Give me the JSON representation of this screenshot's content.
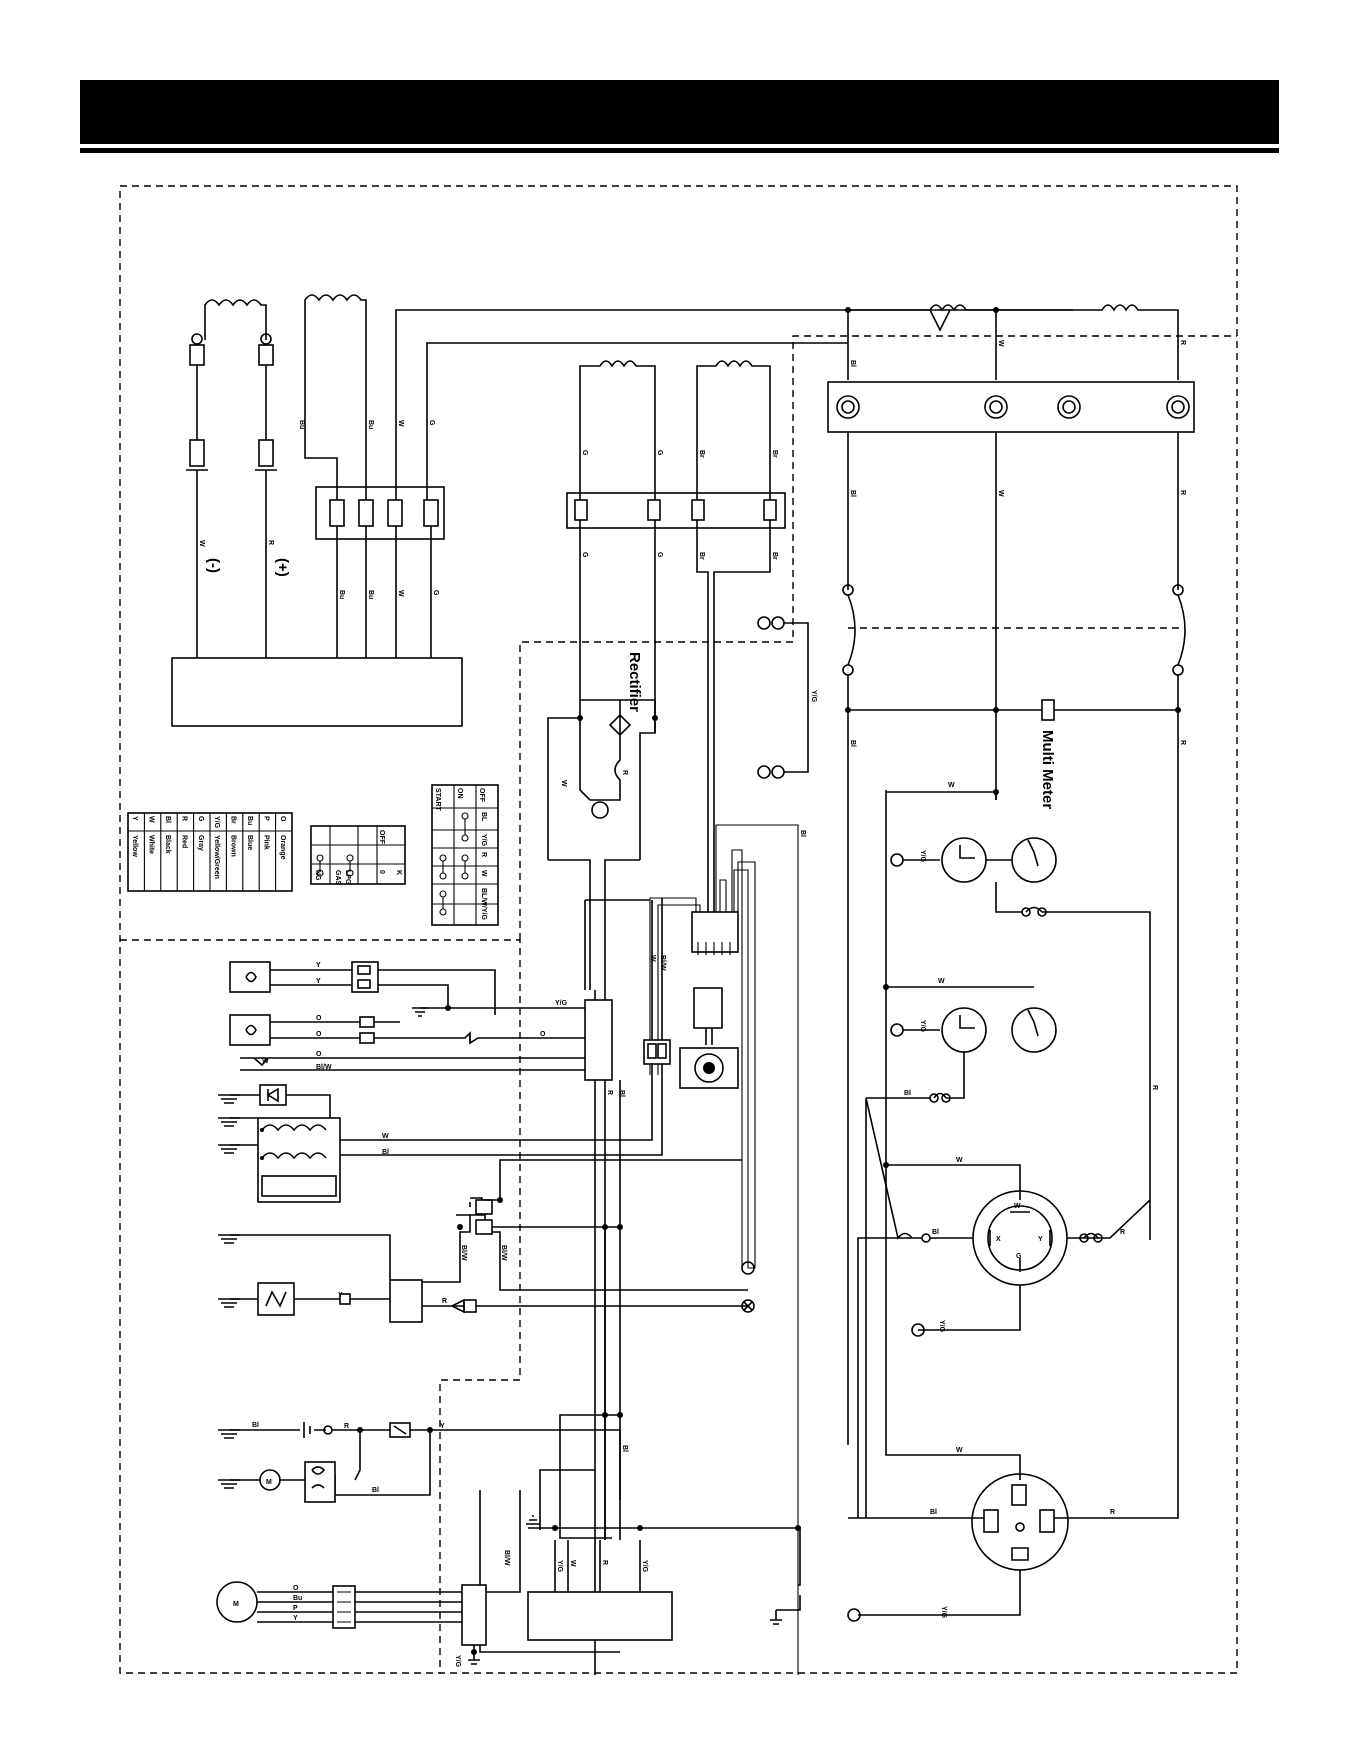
{
  "labels": {
    "rectifier": "Rectifier",
    "multi_meter": "Multi Meter",
    "battery_negative": "(-)",
    "battery_positive": "(+)",
    "motor": "M"
  },
  "wire_codes": {
    "Bu": "Bu",
    "W": "W",
    "G": "G",
    "R": "R",
    "Bl": "Bl",
    "Br": "Br",
    "YG": "Y/G",
    "O": "O",
    "Y": "Y",
    "BlW": "Bl/W",
    "P": "P",
    "BlWYG": "Bl/W/Y/G"
  },
  "color_legend": {
    "rows": [
      {
        "code": "O",
        "name": "Orange"
      },
      {
        "code": "P",
        "name": "Pink"
      },
      {
        "code": "Bu",
        "name": "Blue"
      },
      {
        "code": "Br",
        "name": "Brown"
      },
      {
        "code": "Y/G",
        "name": "Yellow/Green"
      },
      {
        "code": "G",
        "name": "Gray"
      },
      {
        "code": "R",
        "name": "Red"
      },
      {
        "code": "Bl",
        "name": "Black"
      },
      {
        "code": "W",
        "name": "White"
      },
      {
        "code": "Y",
        "name": "Yellow"
      }
    ]
  },
  "fuel_switch_table": {
    "header": [
      "",
      "0",
      "K"
    ],
    "rows": [
      "OFF",
      "LPG",
      "GAS",
      "NG"
    ],
    "col_0": "0",
    "col_k": "K"
  },
  "ignition_switch_table": {
    "header": [
      "",
      "BL",
      "Y/G",
      "R",
      "W",
      "BL/W/Y/G"
    ],
    "rows": [
      "OFF",
      "ON",
      "START"
    ]
  },
  "receptacle_letters": {
    "W": "W",
    "X": "X",
    "Y": "Y",
    "G": "G"
  }
}
